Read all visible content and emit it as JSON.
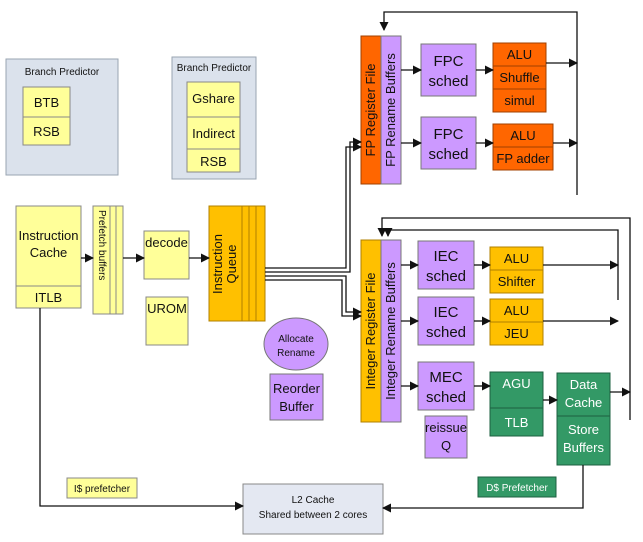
{
  "colors": {
    "yellow": "#ffff99",
    "orange": "#ffc000",
    "purple": "#cc99ff",
    "red_orange": "#ff6600",
    "green": "#339966",
    "grey_box": "#dbe2ec",
    "l2_box": "#e4e8f2",
    "line": "#111111"
  },
  "branch_predictor_1": {
    "title": "Branch Predictor",
    "btb": "BTB",
    "rsb": "RSB"
  },
  "branch_predictor_2": {
    "title": "Branch Predictor",
    "gshare": "Gshare",
    "indirect": "Indirect",
    "rsb": "RSB"
  },
  "frontend": {
    "icache_line1": "Instruction",
    "icache_line2": "Cache",
    "itlb": "ITLB",
    "prefetch_buffers": "Prefetch buffers",
    "decode": "decode",
    "urom": "UROM",
    "iq_line1": "Instruction",
    "iq_line2": "Queue",
    "allocate_line1": "Allocate",
    "allocate_line2": "Rename",
    "rob_line1": "Reorder",
    "rob_line2": "Buffer"
  },
  "fp": {
    "reg_file": "FP Register File",
    "rename": "FP Rename Buffers",
    "sched1_line1": "FPC",
    "sched1_line2": "sched",
    "sched2_line1": "FPC",
    "sched2_line2": "sched",
    "alu1": "ALU",
    "shuffle": "Shuffle",
    "simul": "simul",
    "alu2": "ALU",
    "fp_adder": "FP adder"
  },
  "int": {
    "reg_file": "Integer Register File",
    "rename": "Integer Rename Buffers",
    "iec1_line1": "IEC",
    "iec1_line2": "sched",
    "iec2_line1": "IEC",
    "iec2_line2": "sched",
    "mec_line1": "MEC",
    "mec_line2": "sched",
    "reissue_line1": "reissue",
    "reissue_line2": "Q",
    "alu1": "ALU",
    "shifter": "Shifter",
    "alu2": "ALU",
    "jeu": "JEU",
    "agu": "AGU",
    "tlb": "TLB",
    "dcache_line1": "Data",
    "dcache_line2": "Cache",
    "store_line1": "Store",
    "store_line2": "Buffers"
  },
  "bottom": {
    "i_prefetcher": "I$ prefetcher",
    "d_prefetcher": "D$ Prefetcher",
    "l2_line1": "L2 Cache",
    "l2_line2": "Shared between 2 cores"
  }
}
